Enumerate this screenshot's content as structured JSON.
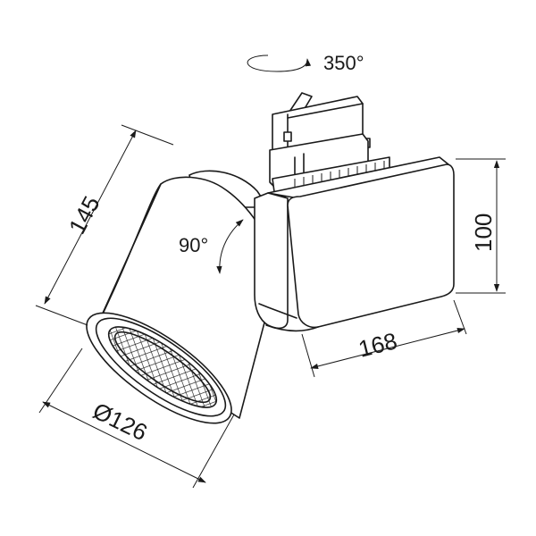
{
  "dimensions": {
    "rotation_horizontal": "350°",
    "rotation_vertical": "90°",
    "length": "145",
    "diameter": "Ø126",
    "adapter_width": "168",
    "adapter_height": "100"
  }
}
